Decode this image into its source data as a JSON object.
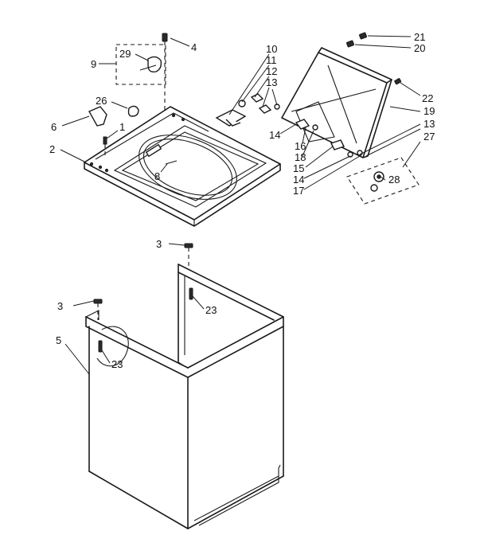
{
  "callouts": [
    "1",
    "2",
    "3",
    "3",
    "4",
    "5",
    "6",
    "8",
    "9",
    "10",
    "11",
    "12",
    "13",
    "13",
    "14",
    "14",
    "15",
    "16",
    "17",
    "18",
    "19",
    "20",
    "21",
    "22",
    "23",
    "23",
    "26",
    "27",
    "28",
    "29"
  ],
  "colors": {
    "line": "#1a1a1a",
    "background": "#ffffff"
  }
}
